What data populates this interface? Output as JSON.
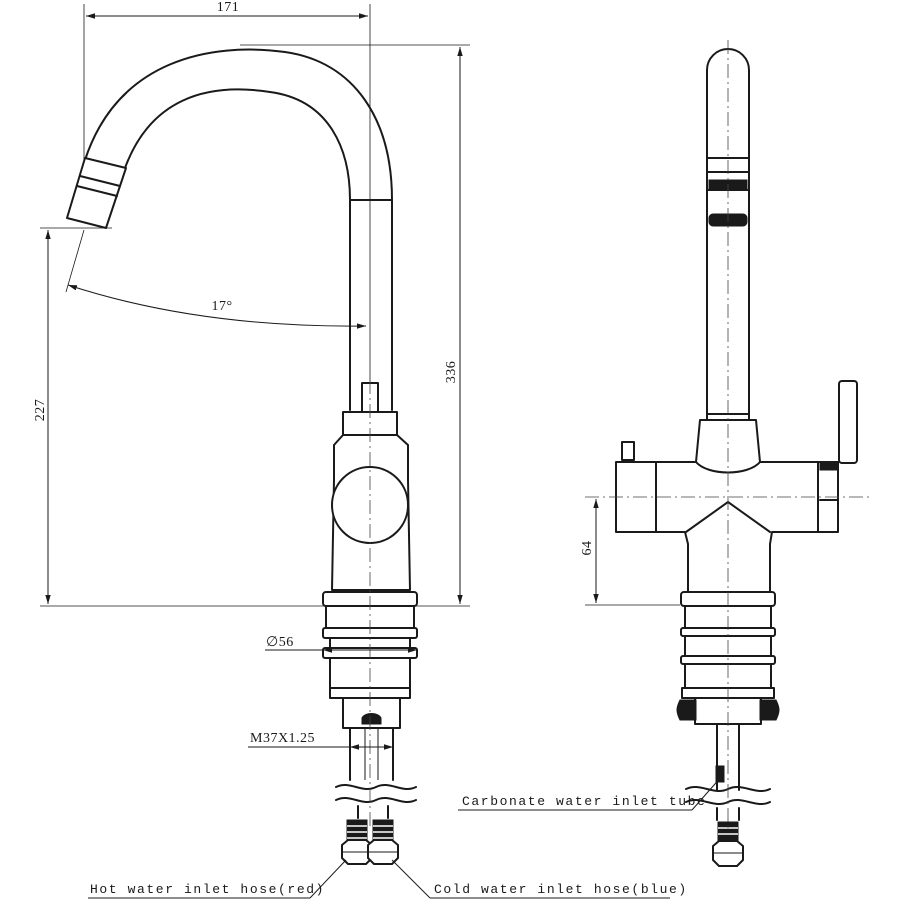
{
  "dimensions": {
    "spout_reach": "171",
    "total_height": "336",
    "spout_height": "227",
    "spout_angle": "17°",
    "base_diameter": "∅56",
    "thread": "M37X1.25",
    "lever_offset": "64"
  },
  "callouts": {
    "hot_hose": "Hot water inlet hose(red)",
    "cold_hose": "Cold water inlet hose(blue)",
    "carbonate_tube": "Carbonate water inlet tube"
  }
}
